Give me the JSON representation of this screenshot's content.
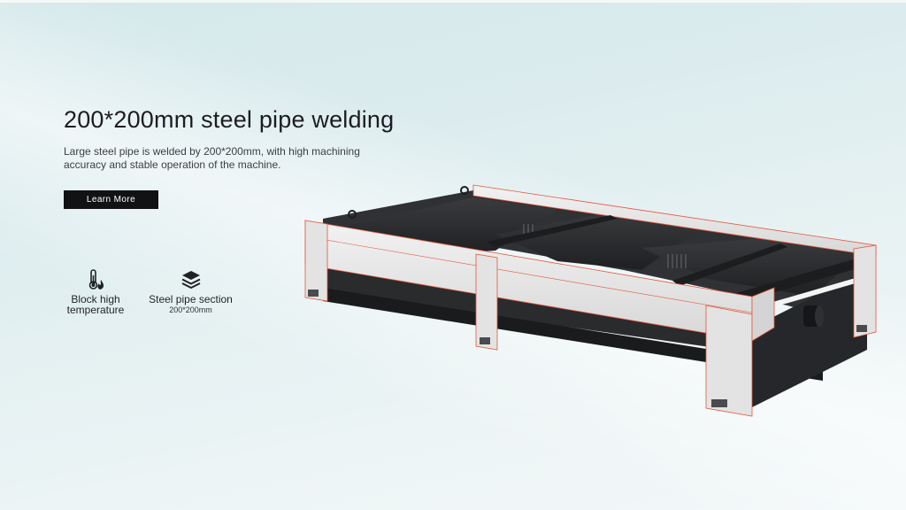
{
  "hero": {
    "title": "200*200mm steel pipe welding",
    "description": "Large steel pipe is welded by 200*200mm, with high machining accuracy and stable operation of the machine.",
    "cta_label": "Learn More"
  },
  "features": [
    {
      "icon": "thermometer-flame-icon",
      "line1": "Block high",
      "line2": "temperature"
    },
    {
      "icon": "stacked-layers-icon",
      "line1": "Steel pipe section",
      "line2": "200*200mm"
    }
  ],
  "colors": {
    "button_bg": "#111214",
    "title_text": "#1d1d1f",
    "frame_dark": "#2a2b2d",
    "frame_light": "#e6e6e6",
    "outline_accent": "#e2583e"
  }
}
